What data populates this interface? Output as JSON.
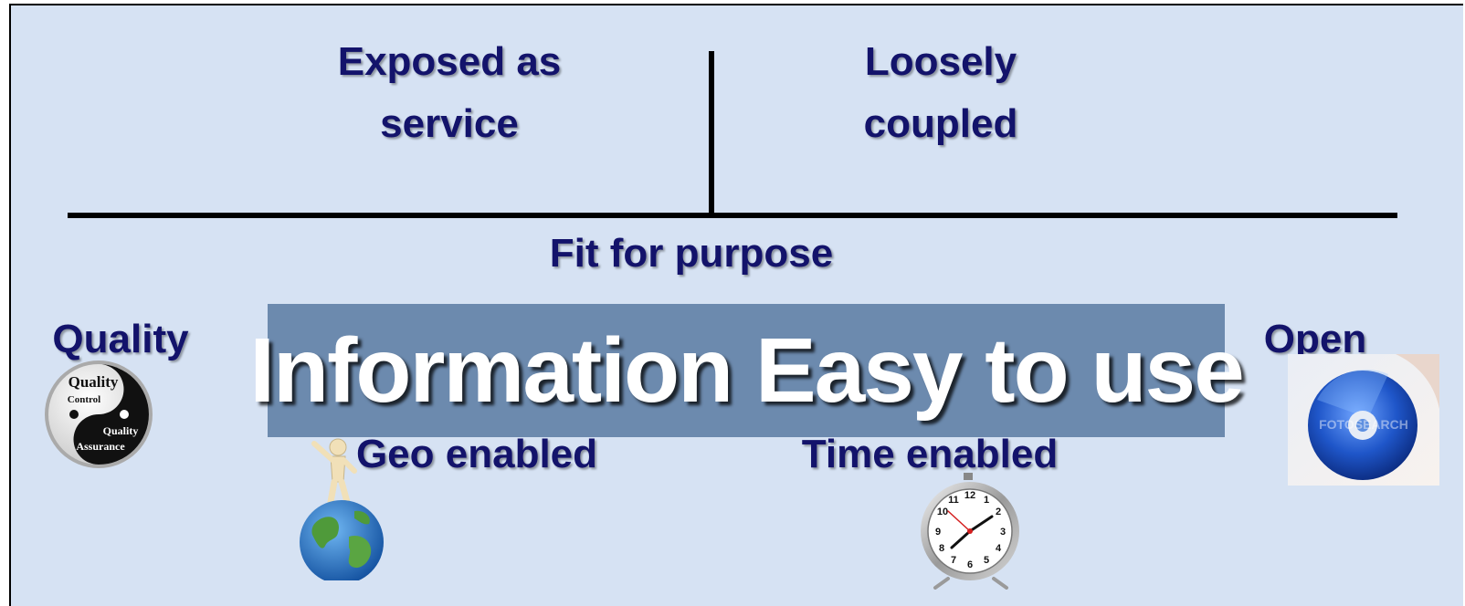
{
  "slide": {
    "top_left": [
      "Exposed as",
      "service"
    ],
    "top_right": [
      "Loosely",
      "coupled"
    ],
    "fit_label": "Fit for purpose",
    "banner": "Information Easy to use",
    "quality_label": "Quality",
    "open_label": "Open",
    "geo_label": "Geo enabled",
    "time_label": "Time enabled"
  },
  "quality_badge": {
    "title": "Quality",
    "control": "Control",
    "quality2": "Quality",
    "assurance": "Assurance"
  },
  "watermark": "FOTOSEARCH",
  "clock_numbers": [
    "12",
    "1",
    "2",
    "3",
    "4",
    "5",
    "6",
    "7",
    "8",
    "9",
    "10",
    "11"
  ],
  "colors": {
    "background": "#d6e2f3",
    "label_text": "#13136b",
    "banner_bg": "#6c8aae",
    "banner_text": "#ffffff"
  }
}
